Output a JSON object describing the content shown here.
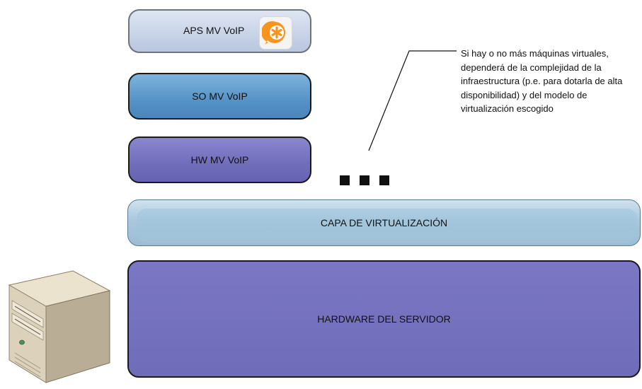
{
  "layers": {
    "aps_label": "APS MV VoIP",
    "so_label": "SO MV VoIP",
    "hw_label": "HW MV VoIP",
    "virtualization_label": "CAPA DE VIRTUALIZACIÓN",
    "hardware_label": "HARDWARE DEL SERVIDOR"
  },
  "note": {
    "text": "Si hay o no más máquinas virtuales, dependerá de la complejidad de la infraestructura (p.e. para dotarla de alta disponibilidad) y del modelo de virtualización escogido"
  },
  "icons": {
    "asterisk_logo": "asterisk-logo-icon",
    "server": "server-tower-icon",
    "ellipsis": "ellipsis-squares-icon"
  },
  "colors": {
    "aps": "#c9d4e8",
    "so": "#5592c6",
    "hw_vm": "#706dbb",
    "virtualization": "#a9c8dd",
    "hardware": "#7370bd",
    "asterisk_orange": "#f7941d"
  }
}
